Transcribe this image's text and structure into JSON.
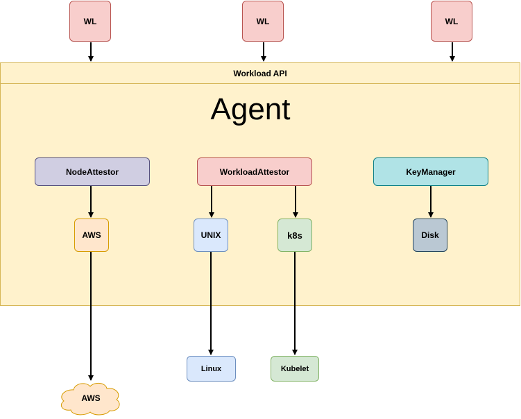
{
  "workloads": [
    {
      "label": "WL"
    },
    {
      "label": "WL"
    },
    {
      "label": "WL"
    }
  ],
  "agent": {
    "api_label": "Workload API",
    "title": "Agent"
  },
  "plugins": {
    "node_attestor": "NodeAttestor",
    "workload_attestor": "WorkloadAttestor",
    "key_manager": "KeyManager"
  },
  "sub_plugins": {
    "aws": "AWS",
    "unix": "UNIX",
    "k8s": "k8s",
    "disk": "Disk"
  },
  "external": {
    "aws_cloud": "AWS",
    "linux": "Linux",
    "kubelet": "Kubelet"
  },
  "colors": {
    "container_fill": "#fff2cc",
    "container_stroke": "#d6b656",
    "wl_fill": "#f8cecc",
    "node_attestor_fill": "#d0cee2",
    "workload_attestor_fill": "#f8cecc",
    "key_manager_fill": "#b0e3e6",
    "aws_fill": "#ffe6cc",
    "unix_fill": "#dae8fc",
    "k8s_fill": "#d5e8d4",
    "disk_fill": "#bac8d3"
  }
}
